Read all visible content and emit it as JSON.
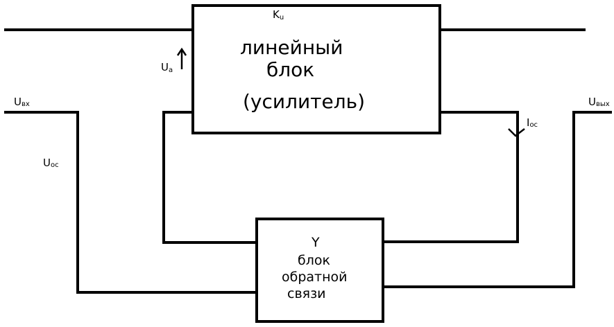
{
  "amplifier": {
    "gain_main": "K",
    "gain_sub": "u",
    "line1": "линейный",
    "line2": "блок",
    "line3": "(усилитель)"
  },
  "feedback": {
    "admittance": "Y",
    "line1": "блок",
    "line2": "обратной",
    "line3": "связи"
  },
  "signals": {
    "u_in_main": "U",
    "u_in_sub": "вх",
    "u_out_main": "U",
    "u_out_sub": "вых",
    "u_fb_main": "U",
    "u_fb_sub": "ос",
    "u_a_main": "U",
    "u_a_sub": "a",
    "i_fb_main": "I",
    "i_fb_sub": "ос"
  }
}
